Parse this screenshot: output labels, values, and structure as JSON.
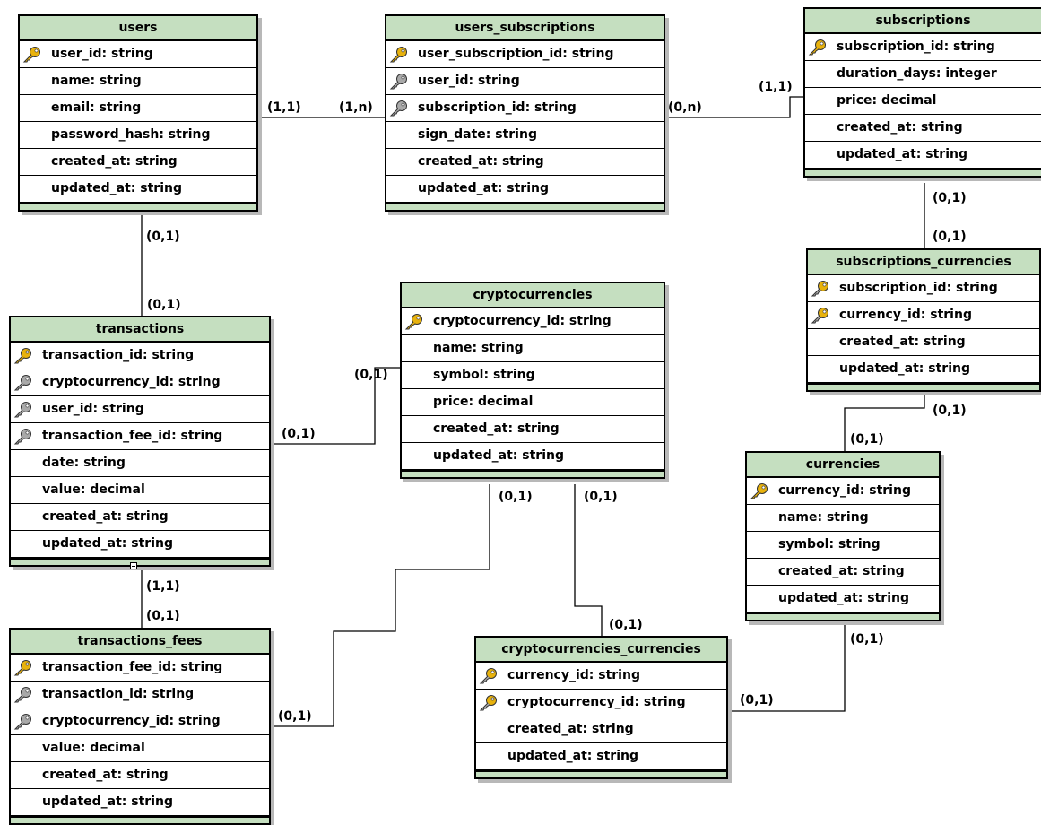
{
  "entities": {
    "users": {
      "name": "users",
      "attrs": [
        {
          "text": "user_id: string",
          "key": "primary"
        },
        {
          "text": "name: string",
          "key": "none"
        },
        {
          "text": "email: string",
          "key": "none"
        },
        {
          "text": "password_hash: string",
          "key": "none"
        },
        {
          "text": "created_at: string",
          "key": "none"
        },
        {
          "text": "updated_at: string",
          "key": "none"
        }
      ]
    },
    "users_subscriptions": {
      "name": "users_subscriptions",
      "attrs": [
        {
          "text": "user_subscription_id: string",
          "key": "primary"
        },
        {
          "text": "user_id: string",
          "key": "foreign"
        },
        {
          "text": "subscription_id: string",
          "key": "foreign"
        },
        {
          "text": "sign_date: string",
          "key": "none"
        },
        {
          "text": "created_at: string",
          "key": "none"
        },
        {
          "text": "updated_at: string",
          "key": "none"
        }
      ]
    },
    "subscriptions": {
      "name": "subscriptions",
      "attrs": [
        {
          "text": "subscription_id: string",
          "key": "primary"
        },
        {
          "text": "duration_days: integer",
          "key": "none"
        },
        {
          "text": "price: decimal",
          "key": "none"
        },
        {
          "text": "created_at: string",
          "key": "none"
        },
        {
          "text": "updated_at: string",
          "key": "none"
        }
      ]
    },
    "subscriptions_currencies": {
      "name": "subscriptions_currencies",
      "attrs": [
        {
          "text": "subscription_id: string",
          "key": "primary-foreign"
        },
        {
          "text": "currency_id: string",
          "key": "primary-foreign"
        },
        {
          "text": "created_at: string",
          "key": "none"
        },
        {
          "text": "updated_at: string",
          "key": "none"
        }
      ]
    },
    "transactions": {
      "name": "transactions",
      "attrs": [
        {
          "text": "transaction_id: string",
          "key": "primary"
        },
        {
          "text": "cryptocurrency_id: string",
          "key": "foreign"
        },
        {
          "text": "user_id: string",
          "key": "foreign"
        },
        {
          "text": "transaction_fee_id: string",
          "key": "foreign"
        },
        {
          "text": "date: string",
          "key": "none"
        },
        {
          "text": "value: decimal",
          "key": "none"
        },
        {
          "text": "created_at: string",
          "key": "none"
        },
        {
          "text": "updated_at: string",
          "key": "none"
        }
      ]
    },
    "cryptocurrencies": {
      "name": "cryptocurrencies",
      "attrs": [
        {
          "text": "cryptocurrency_id: string",
          "key": "primary"
        },
        {
          "text": "name: string",
          "key": "none"
        },
        {
          "text": "symbol: string",
          "key": "none"
        },
        {
          "text": "price: decimal",
          "key": "none"
        },
        {
          "text": "created_at: string",
          "key": "none"
        },
        {
          "text": "updated_at: string",
          "key": "none"
        }
      ]
    },
    "currencies": {
      "name": "currencies",
      "attrs": [
        {
          "text": "currency_id: string",
          "key": "primary"
        },
        {
          "text": "name: string",
          "key": "none"
        },
        {
          "text": "symbol: string",
          "key": "none"
        },
        {
          "text": "created_at: string",
          "key": "none"
        },
        {
          "text": "updated_at: string",
          "key": "none"
        }
      ]
    },
    "transactions_fees": {
      "name": "transactions_fees",
      "attrs": [
        {
          "text": "transaction_fee_id: string",
          "key": "primary"
        },
        {
          "text": "transaction_id: string",
          "key": "foreign"
        },
        {
          "text": "cryptocurrency_id: string",
          "key": "foreign"
        },
        {
          "text": "value: decimal",
          "key": "none"
        },
        {
          "text": "created_at: string",
          "key": "none"
        },
        {
          "text": "updated_at: string",
          "key": "none"
        }
      ]
    },
    "cryptocurrencies_currencies": {
      "name": "cryptocurrencies_currencies",
      "attrs": [
        {
          "text": "currency_id: string",
          "key": "primary-foreign"
        },
        {
          "text": "cryptocurrency_id: string",
          "key": "primary-foreign"
        },
        {
          "text": "created_at: string",
          "key": "none"
        },
        {
          "text": "updated_at: string",
          "key": "none"
        }
      ]
    }
  },
  "cardinalities": {
    "users_us_left": "(1,1)",
    "users_us_right": "(1,n)",
    "us_sub_left": "(0,n)",
    "us_sub_right": "(1,1)",
    "sub_sc_top": "(0,1)",
    "sub_sc_bottom": "(0,1)",
    "users_tx_top": "(0,1)",
    "users_tx_bottom": "(0,1)",
    "tx_crypto_left": "(0,1)",
    "tx_crypto_right": "(0,1)",
    "sc_cur_top": "(0,1)",
    "sc_cur_bottom": "(0,1)",
    "crypto_tf": "(0,1)",
    "crypto_cc": "(0,1)",
    "tx_tf_top": "(1,1)",
    "tx_tf_bottom": "(0,1)",
    "tf_crypto": "(0,1)",
    "cc_top": "(0,1)",
    "cur_cc_top": "(0,1)",
    "cc_cur": "(0,1)"
  },
  "colors": {
    "header": "#c5dfc0",
    "primary_key": "#e8b20c",
    "foreign_key": "#a9a9a9"
  }
}
